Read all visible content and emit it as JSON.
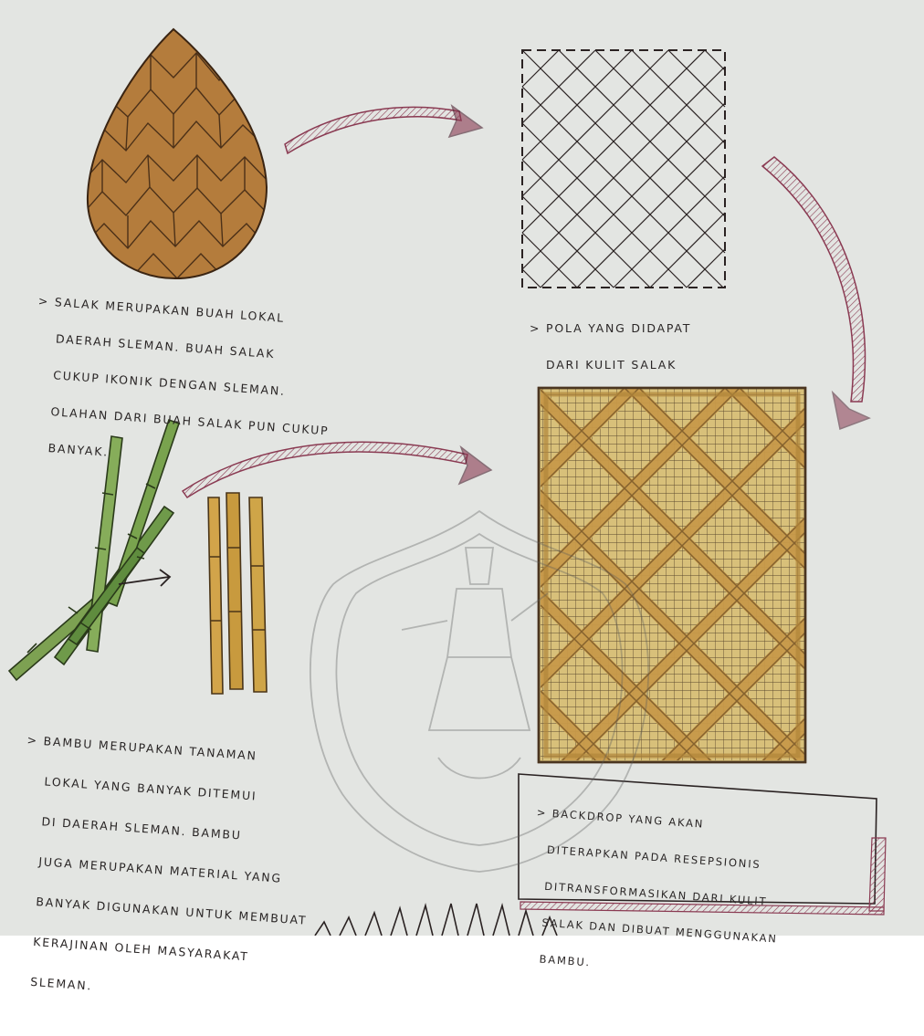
{
  "notes": {
    "salak": {
      "lines": [
        "> SALAK MERUPAKAN BUAH LOKAL",
        "DAERAH SLEMAN. BUAH SALAK",
        "CUKUP IKONIK DENGAN SLEMAN.",
        "OLAHAN DARI BUAH SALAK PUN CUKUP",
        "BANYAK."
      ]
    },
    "pola": {
      "lines": [
        "> POLA YANG DIDAPAT",
        "DARI KULIT SALAK"
      ]
    },
    "bambu": {
      "lines": [
        "> BAMBU MERUPAKAN TANAMAN",
        "LOKAL YANG BANYAK DITEMUI",
        "DI DAERAH SLEMAN. BAMBU",
        "JUGA MERUPAKAN MATERIAL YANG",
        "BANYAK DIGUNAKAN UNTUK MEMBUAT",
        "KERAJINAN OLEH MASYARAKAT",
        "SLEMAN."
      ]
    },
    "backdrop": {
      "lines": [
        "> BACKDROP YANG AKAN",
        "DITERAPKAN PADA RESEPSIONIS",
        "DITRANSFORMASIKAN DARI KULIT",
        "SALAK DAN DIBUAT MENGGUNAKAN",
        "BAMBU."
      ]
    }
  },
  "colors": {
    "paper": "#e3e5e2",
    "ink": "#2a2626",
    "salak": "#b07a3a",
    "bamboo_green": "#6f9a4a",
    "bamboo_tan": "#c9a04a",
    "backdrop_fill": "#d9bf6e",
    "arrow": "#8a3a52"
  },
  "icons": {
    "watermark": "university-logo-watermark"
  }
}
